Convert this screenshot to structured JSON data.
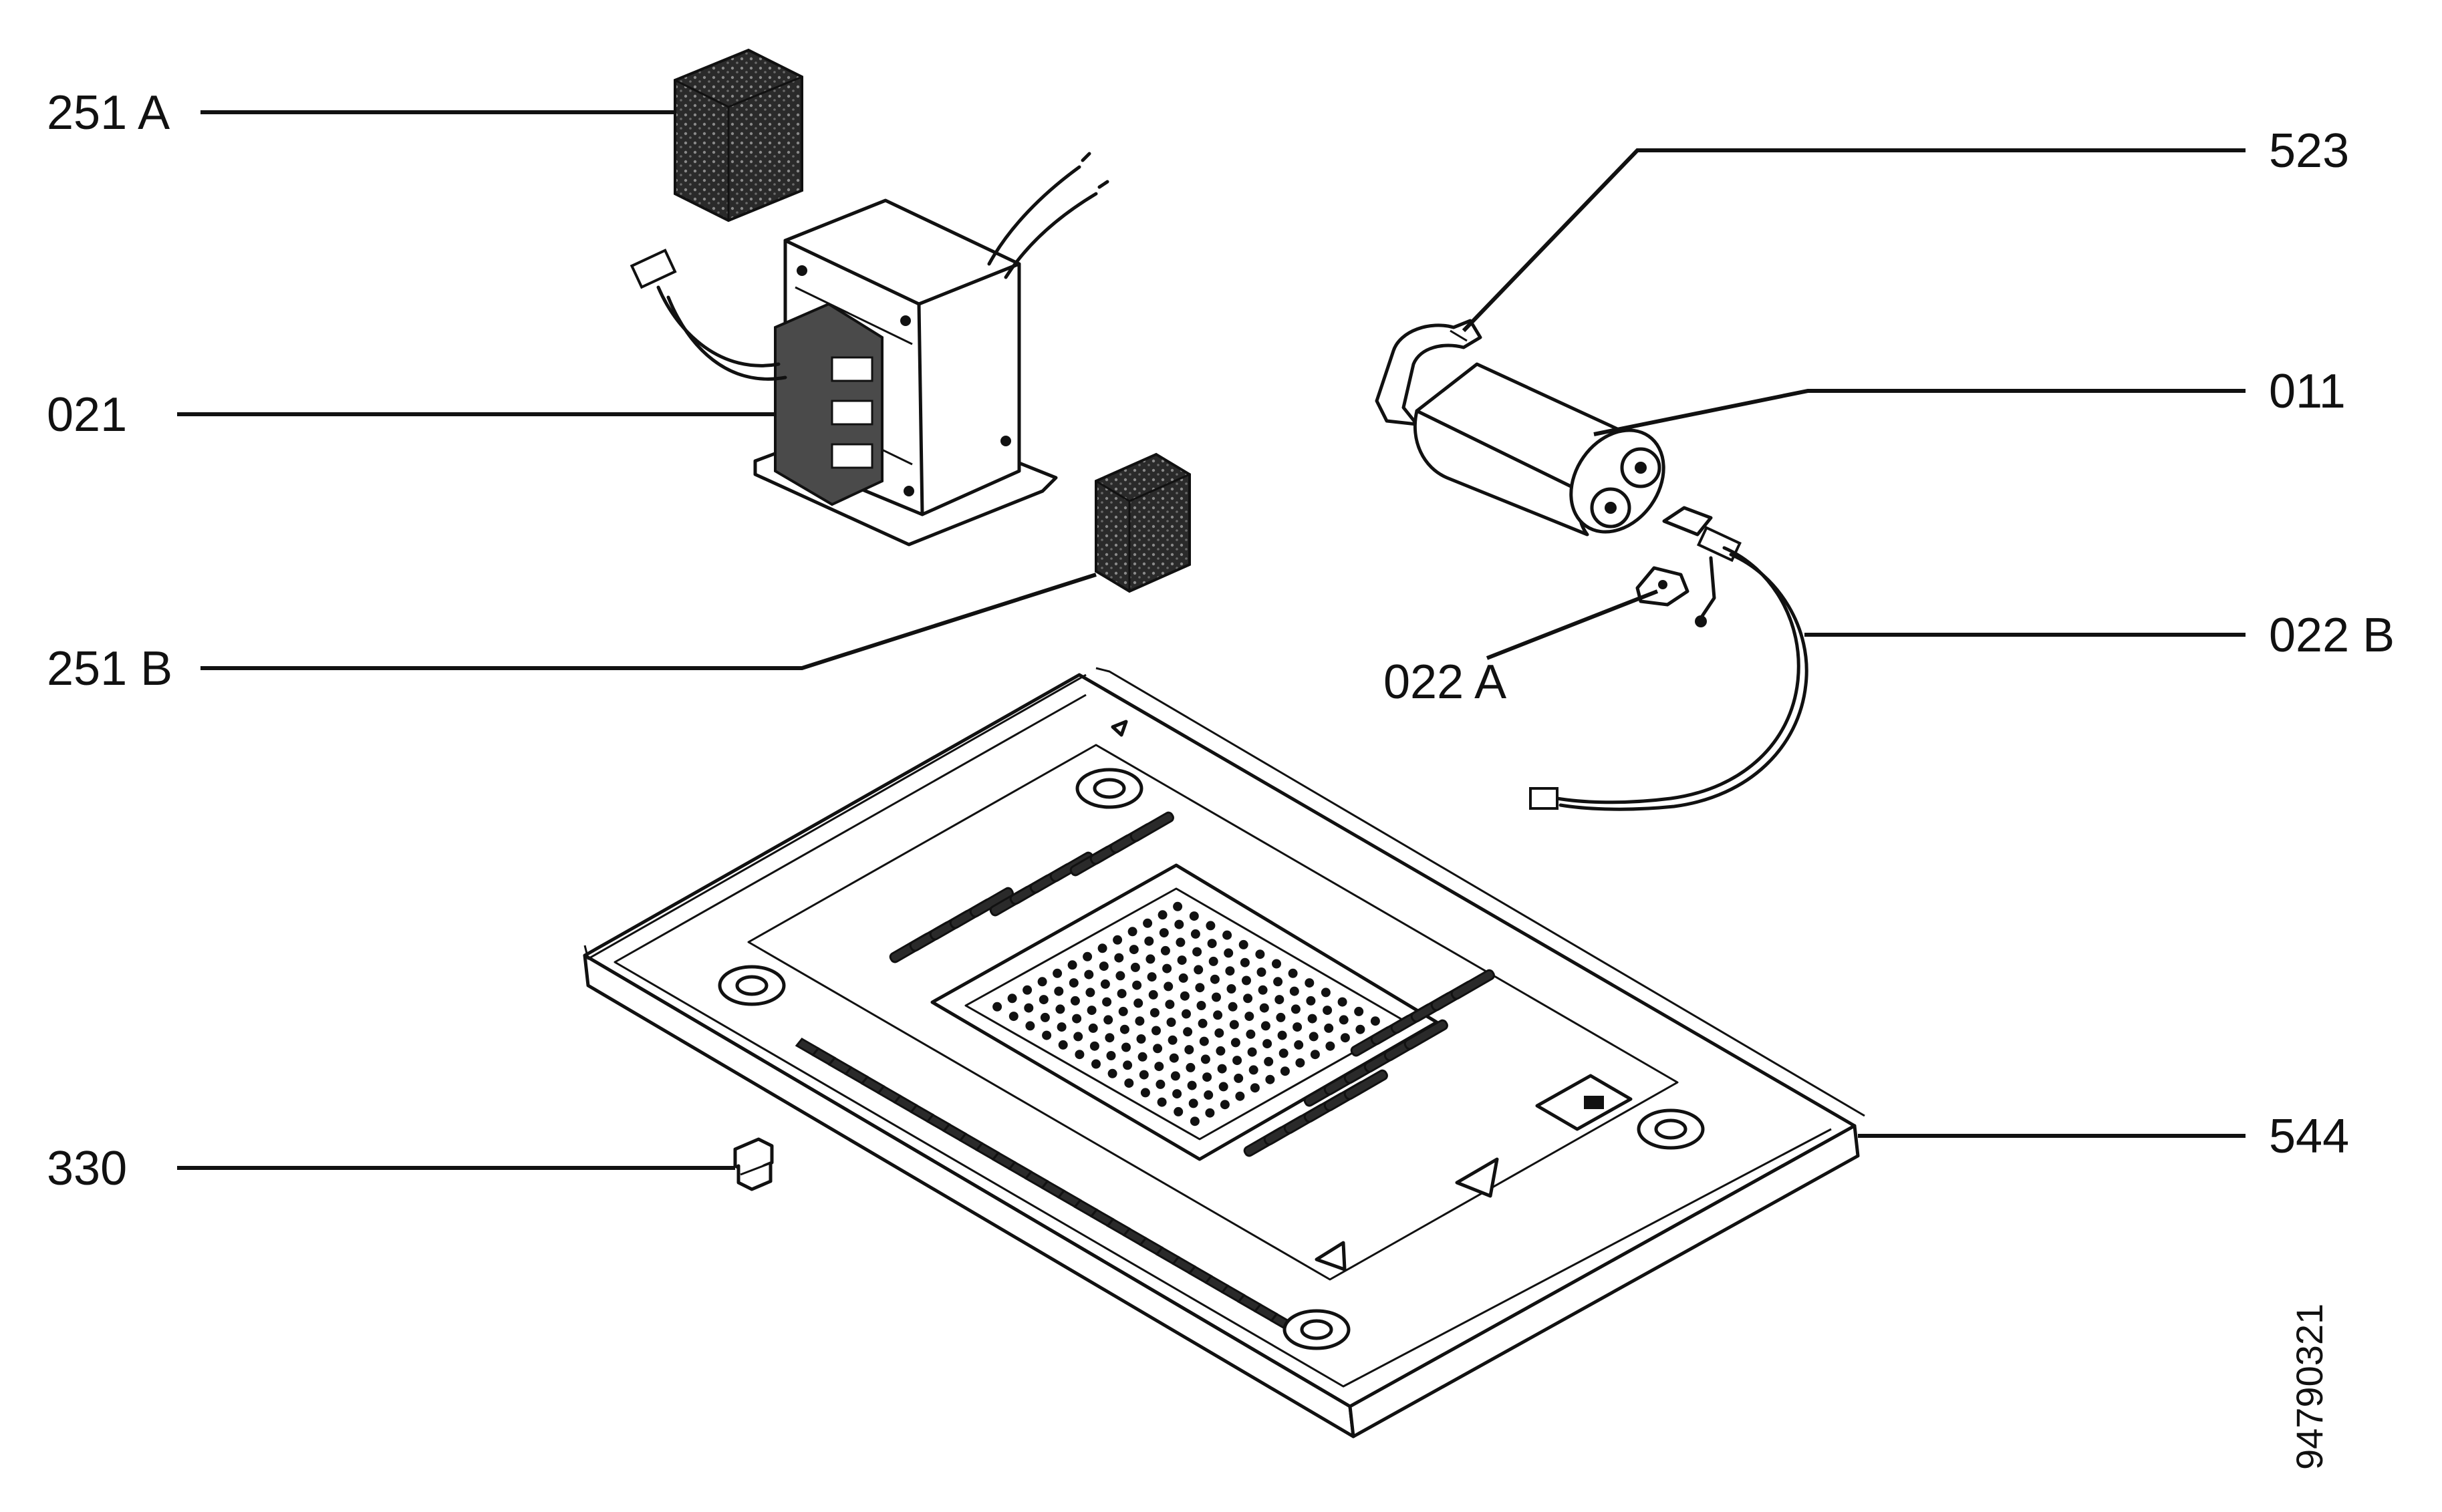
{
  "callouts": {
    "c251a": "251 A",
    "c021": "021",
    "c251b": "251 B",
    "c330": "330",
    "c523": "523",
    "c011": "011",
    "c022b": "022 B",
    "c022a": "022 A",
    "c544": "544"
  },
  "drawing_number": "94790321",
  "colors": {
    "ink": "#111111",
    "paper": "#ffffff"
  }
}
